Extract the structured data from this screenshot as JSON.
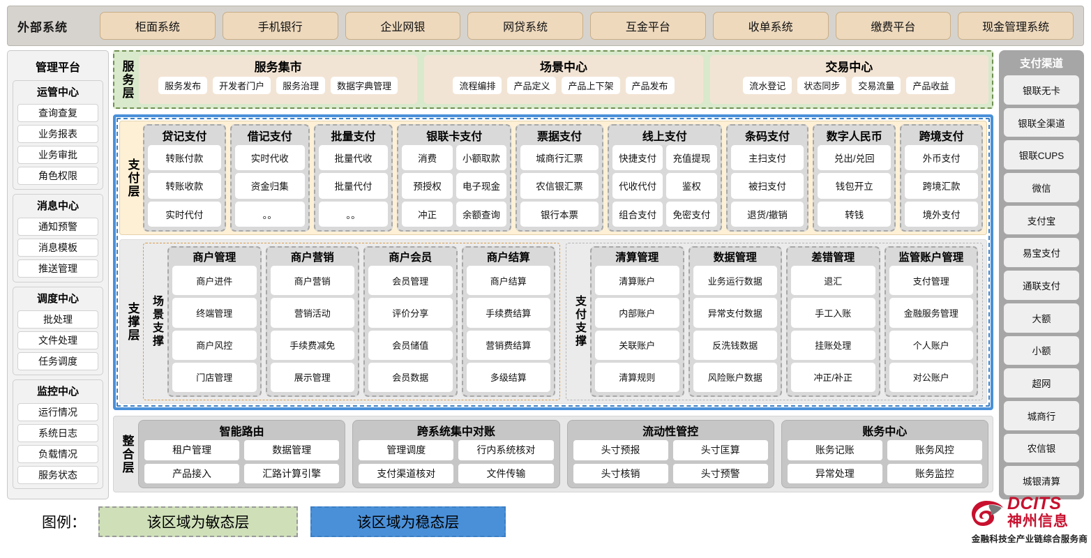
{
  "external": {
    "title": "外部系统",
    "items": [
      "柜面系统",
      "手机银行",
      "企业网银",
      "网贷系统",
      "互金平台",
      "收单系统",
      "缴费平台",
      "现金管理系统"
    ]
  },
  "management": {
    "title": "管理平台",
    "groups": [
      {
        "title": "运管中心",
        "items": [
          "查询查复",
          "业务报表",
          "业务审批",
          "角色权限"
        ]
      },
      {
        "title": "消息中心",
        "items": [
          "通知预警",
          "消息模板",
          "推送管理"
        ]
      },
      {
        "title": "调度中心",
        "items": [
          "批处理",
          "文件处理",
          "任务调度"
        ]
      },
      {
        "title": "监控中心",
        "items": [
          "运行情况",
          "系统日志",
          "负载情况",
          "服务状态"
        ]
      }
    ]
  },
  "service_layer": {
    "label": "服务层",
    "groups": [
      {
        "title": "服务集市",
        "items": [
          "服务发布",
          "开发者门户",
          "服务治理",
          "数据字典管理"
        ]
      },
      {
        "title": "场景中心",
        "items": [
          "流程编排",
          "产品定义",
          "产品上下架",
          "产品发布"
        ]
      },
      {
        "title": "交易中心",
        "items": [
          "流水登记",
          "状态同步",
          "交易流量",
          "产品收益"
        ]
      }
    ]
  },
  "payment_layer": {
    "label": "支付层",
    "groups": [
      {
        "title": "贷记支付",
        "cols": 1,
        "cells": [
          "转账付款",
          "转账收款",
          "实时代付"
        ]
      },
      {
        "title": "借记支付",
        "cols": 1,
        "cells": [
          "实时代收",
          "资金归集",
          "。。"
        ]
      },
      {
        "title": "批量支付",
        "cols": 1,
        "cells": [
          "批量代收",
          "批量代付",
          "。。"
        ]
      },
      {
        "title": "银联卡支付",
        "cols": 2,
        "cells": [
          "消费",
          "小额取款",
          "预授权",
          "电子现金",
          "冲正",
          "余额查询"
        ]
      },
      {
        "title": "票据支付",
        "cols": 1,
        "cells": [
          "城商行汇票",
          "农信银汇票",
          "银行本票"
        ]
      },
      {
        "title": "线上支付",
        "cols": 2,
        "cells": [
          "快捷支付",
          "充值提现",
          "代收代付",
          "鉴权",
          "组合支付",
          "免密支付"
        ]
      },
      {
        "title": "条码支付",
        "cols": 1,
        "cells": [
          "主扫支付",
          "被扫支付",
          "退货/撤销"
        ]
      },
      {
        "title": "数字人民币",
        "cols": 1,
        "cells": [
          "兑出/兑回",
          "钱包开立",
          "转钱"
        ]
      },
      {
        "title": "跨境支付",
        "cols": 1,
        "cells": [
          "外币支付",
          "跨境汇款",
          "境外支付"
        ]
      }
    ]
  },
  "support_layer": {
    "label": "支撑层",
    "scene": {
      "label": "场景支撑",
      "groups": [
        {
          "title": "商户管理",
          "items": [
            "商户进件",
            "终端管理",
            "商户风控",
            "门店管理"
          ]
        },
        {
          "title": "商户营销",
          "items": [
            "商户营销",
            "营销活动",
            "手续费减免",
            "展示管理"
          ]
        },
        {
          "title": "商户会员",
          "items": [
            "会员管理",
            "评价分享",
            "会员储值",
            "会员数据"
          ]
        },
        {
          "title": "商户结算",
          "items": [
            "商户结算",
            "手续费结算",
            "营销费结算",
            "多级结算"
          ]
        }
      ]
    },
    "paysupport": {
      "label": "支付支撑",
      "groups": [
        {
          "title": "清算管理",
          "items": [
            "清算账户",
            "内部账户",
            "关联账户",
            "清算规则"
          ]
        },
        {
          "title": "数据管理",
          "items": [
            "业务运行数据",
            "异常支付数据",
            "反洗钱数据",
            "风险账户数据"
          ]
        },
        {
          "title": "差错管理",
          "items": [
            "退汇",
            "手工入账",
            "挂账处理",
            "冲正/补正"
          ]
        },
        {
          "title": "监管账户管理",
          "items": [
            "支付管理",
            "金融服务管理",
            "个人账户",
            "对公账户"
          ]
        }
      ]
    }
  },
  "integration_layer": {
    "label": "整合层",
    "groups": [
      {
        "title": "智能路由",
        "cells": [
          "租户管理",
          "数据管理",
          "产品接入",
          "汇路计算引擎"
        ]
      },
      {
        "title": "跨系统集中对账",
        "cells": [
          "管理调度",
          "行内系统核对",
          "支付渠道核对",
          "文件传输"
        ]
      },
      {
        "title": "流动性管控",
        "cells": [
          "头寸预报",
          "头寸匡算",
          "头寸核销",
          "头寸预警"
        ]
      },
      {
        "title": "账务中心",
        "cells": [
          "账务记账",
          "账务风控",
          "异常处理",
          "账务监控"
        ]
      }
    ]
  },
  "channels": {
    "title": "支付渠道",
    "items": [
      "银联无卡",
      "银联全渠道",
      "银联CUPS",
      "微信",
      "支付宝",
      "易宝支付",
      "通联支付",
      "大额",
      "小额",
      "超网",
      "城商行",
      "农信银",
      "城银清算"
    ]
  },
  "legend": {
    "label": "图例：",
    "agile": "该区域为敏态层",
    "stable": "该区域为稳态层"
  },
  "logo": {
    "en": "DCITS",
    "cn": "神州信息",
    "tagline": "金融科技全产业链综合服务商"
  },
  "colors": {
    "agile_green": "#d9e9cb",
    "stable_blue": "#4a90d9",
    "payment_cream": "#fdf0d5",
    "external_chip": "#eed9bd",
    "brand_red": "#c8102e"
  }
}
